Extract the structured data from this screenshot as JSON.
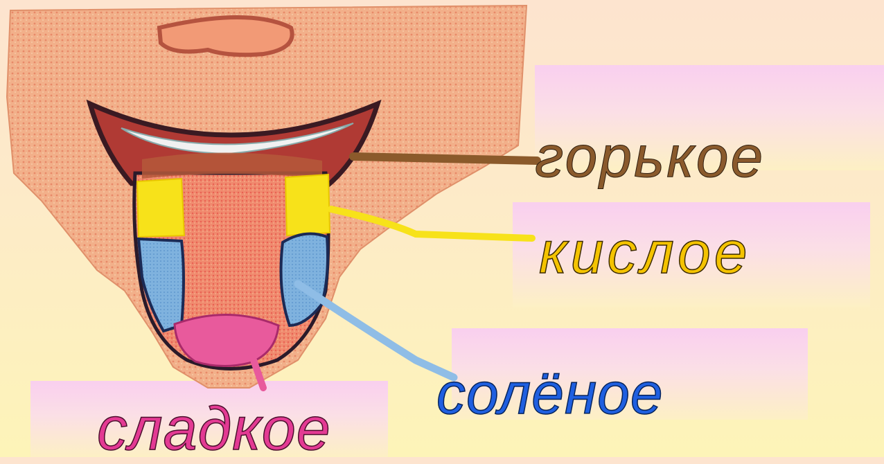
{
  "diagram": {
    "labels": {
      "bitter": "горькое",
      "sour": "кислое",
      "salty": "солёное",
      "sweet": "сладкое"
    },
    "colors": {
      "bitter": "#8a5a2c",
      "sour": "#f4c300",
      "salty": "#1f5fe0",
      "sweet": "#e33a93",
      "bitter_zone": "#8b5a2b",
      "sour_zone": "#f7e21a",
      "salty_zone": "#7fb2de",
      "sweet_zone": "#e85a9c"
    }
  }
}
